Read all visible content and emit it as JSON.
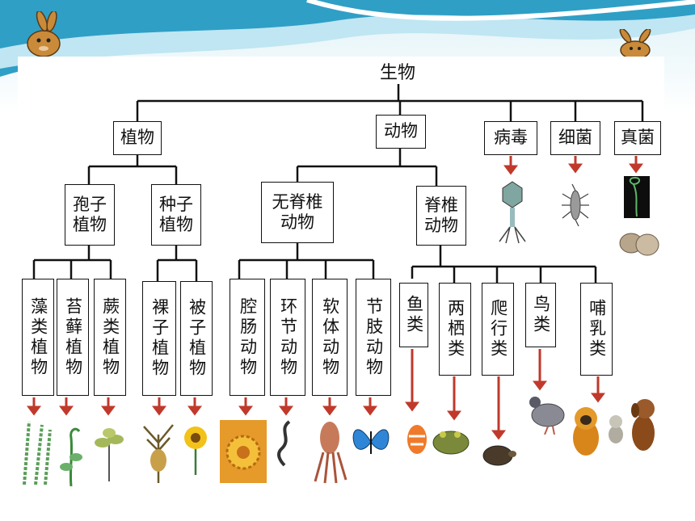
{
  "root": "生物",
  "kingdoms": {
    "plant": "植物",
    "animal": "动物",
    "virus": "病毒",
    "bacteria": "细菌",
    "fungi": "真菌"
  },
  "level2": {
    "spore": "孢子植物",
    "seed": "种子植物",
    "invertebrate": "无脊椎动物",
    "vertebrate": "脊椎动物"
  },
  "level3": {
    "algae": "藻类植物",
    "moss": "苔藓植物",
    "fern": "蕨类植物",
    "gymno": "裸子植物",
    "angio": "被子植物",
    "coelenterate": "腔肠动物",
    "annelid": "环节动物",
    "mollusc": "软体动物",
    "arthropod": "节肢动物",
    "fish": "鱼类",
    "amphibian": "两栖类",
    "reptile": "爬行类",
    "bird": "鸟类",
    "mammal": "哺乳类"
  },
  "colors": {
    "arrow": "#c0392b",
    "wave_top": "#2f9fc6",
    "wave_light": "#bfe6f2",
    "line": "#111111"
  },
  "decor": [
    "rabbit-left-icon",
    "rabbit-right-icon"
  ]
}
